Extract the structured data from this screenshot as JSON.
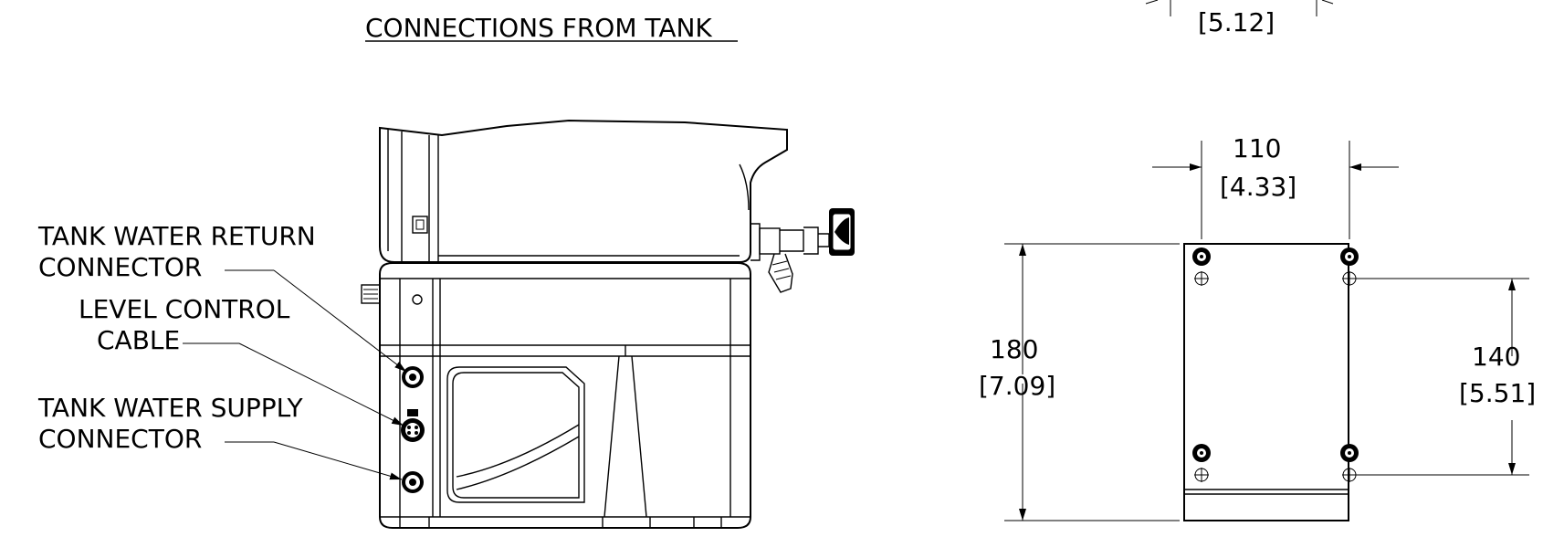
{
  "title": "CONNECTIONS FROM TANK",
  "callouts": {
    "return_line1": "TANK WATER RETURN",
    "return_line2": "CONNECTOR",
    "level_line1": "LEVEL CONTROL",
    "level_line2": "CABLE",
    "supply_line1": "TANK WATER SUPPLY",
    "supply_line2": "CONNECTOR"
  },
  "dimensions": {
    "top_partial": "[5.12]",
    "width_mm": "110",
    "width_in": "[4.33]",
    "height_mm": "180",
    "height_in": "[7.09]",
    "spacing_mm": "140",
    "spacing_in": "[5.51]"
  }
}
